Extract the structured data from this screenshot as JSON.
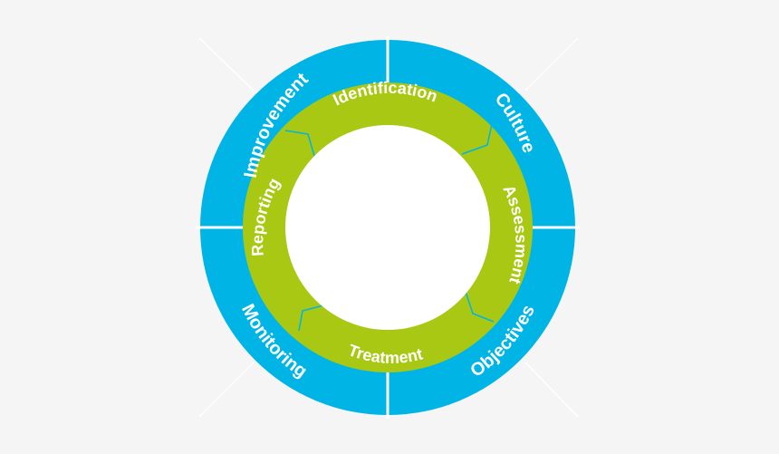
{
  "diagram": {
    "outer_ring": {
      "color": "#00b4e6",
      "segments": [
        "Improvement",
        "Culture",
        "Objectives",
        "Monitoring"
      ]
    },
    "inner_ring": {
      "color": "#a8c813",
      "stages": [
        "Identification",
        "Assessment",
        "Treatment",
        "Reporting"
      ]
    },
    "center_color": "#ffffff",
    "divider_color": "#ffffff",
    "background": "#f5f5f5"
  }
}
